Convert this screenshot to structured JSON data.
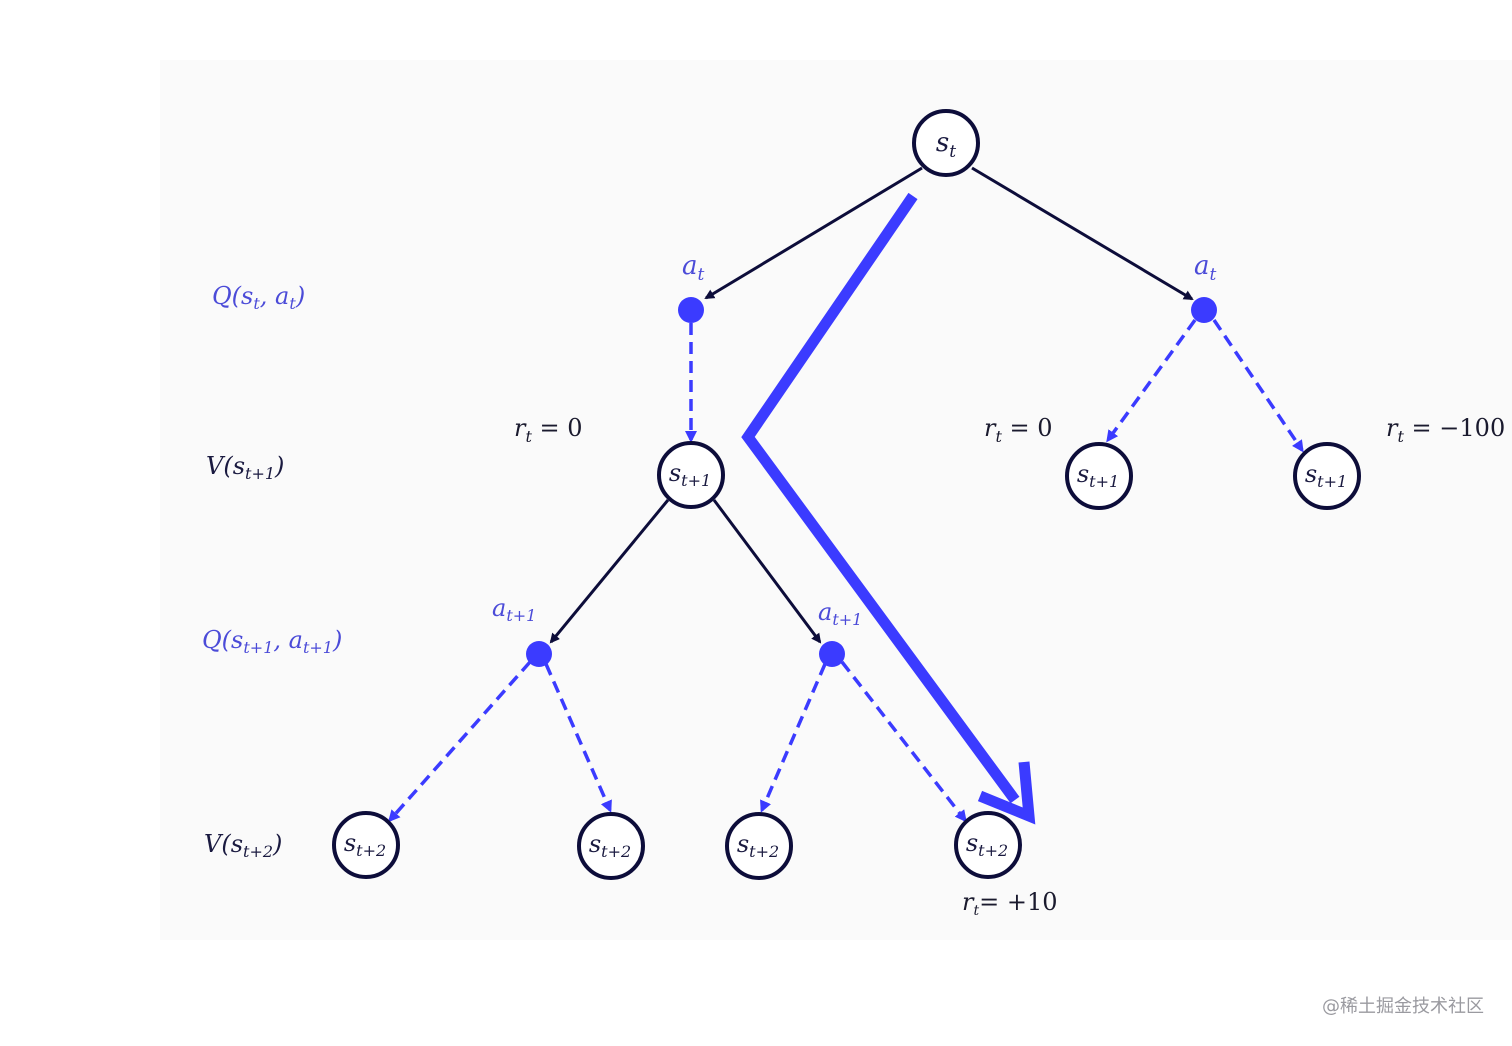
{
  "colors": {
    "state_stroke": "#0d0d3a",
    "edge_dark": "#0d0d3a",
    "edge_blue": "#3b3bff",
    "action_fill": "#3b3bff",
    "row_label": "#4b4bd8",
    "path": "#3b3bff",
    "panel": "#fafafa"
  },
  "row_labels": {
    "q_t": "Q(s_t, a_t)",
    "v_t1": "V(s_{t+1})",
    "q_t1": "Q(s_{t+1}, a_{t+1})",
    "v_t2": "V(s_{t+2})"
  },
  "nodes": {
    "root": "s_t",
    "a_left": "a_t",
    "a_right": "a_t",
    "s1_mid": "s_{t+1}",
    "s1_r1": "s_{t+1}",
    "s1_r2": "s_{t+1}",
    "a1_left": "a_{t+1}",
    "a1_right": "a_{t+1}",
    "s2_1": "s_{t+2}",
    "s2_2": "s_{t+2}",
    "s2_3": "s_{t+2}",
    "s2_4": "s_{t+2}"
  },
  "rewards": {
    "left": "r_t = 0",
    "mid": "r_t = 0",
    "right": "r_t = −100",
    "bottom": "r_t = +10"
  },
  "watermark": "@稀土掘金技术社区"
}
